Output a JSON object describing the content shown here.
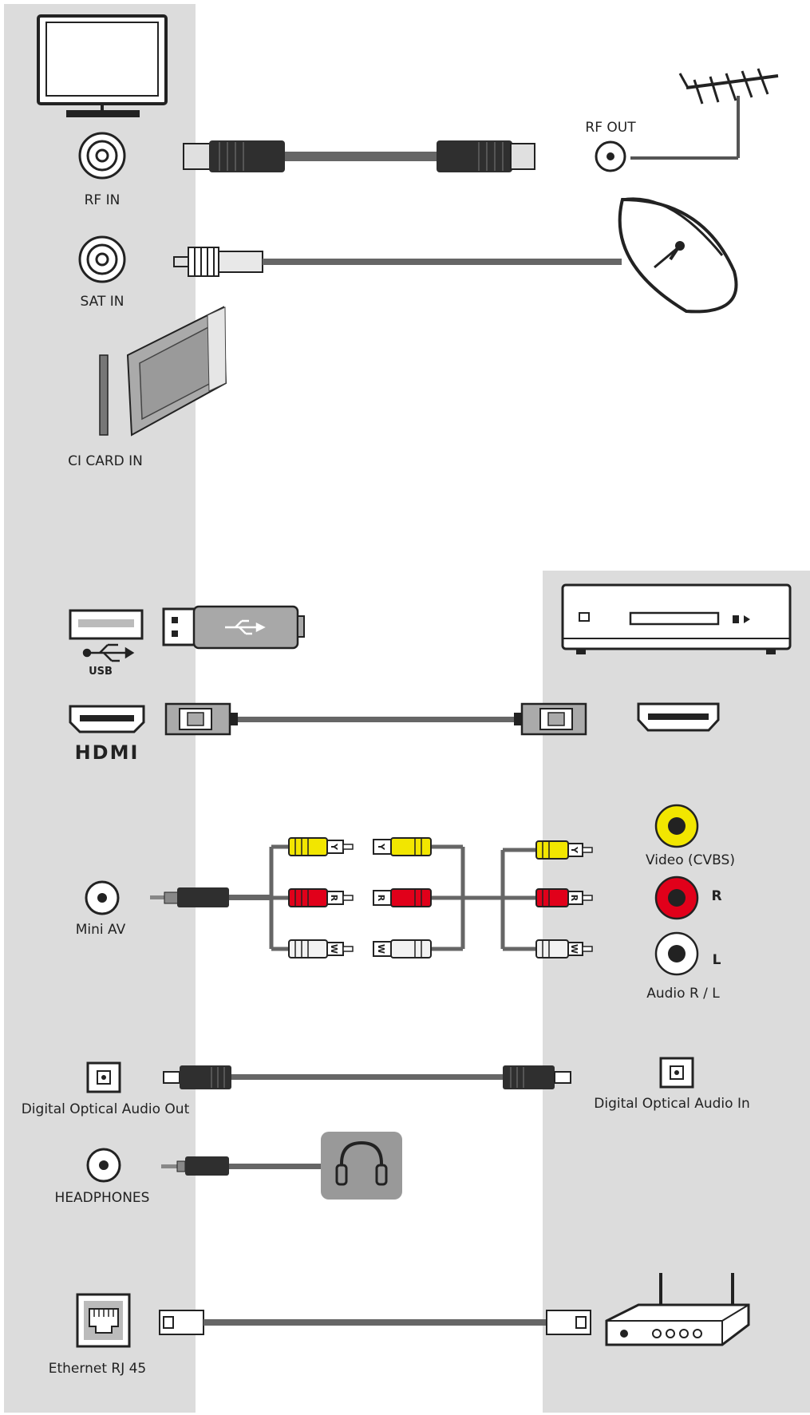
{
  "labels": {
    "rf_in": "RF IN",
    "rf_out": "RF OUT",
    "sat_in": "SAT IN",
    "ci_card_in": "CI CARD IN",
    "usb_logo": "USB",
    "hdmi_logo": "HDMI",
    "mini_av": "Mini AV",
    "video_cvbs": "Video (CVBS)",
    "audio_r": "R",
    "audio_l": "L",
    "audio_rl": "Audio R / L",
    "optical_out": "Digital Optical Audio Out",
    "optical_in": "Digital Optical Audio In",
    "headphones": "HEADPHONES",
    "ethernet": "Ethernet RJ 45"
  },
  "rca_letters": {
    "yellow": "Y",
    "red": "R",
    "white": "W"
  },
  "colors": {
    "tv_panel": "#dcdcdc",
    "device_panel": "#dcdcdc",
    "cable": "#666666",
    "connector_dark": "#3a3a3a",
    "rca_yellow": "#f2e600",
    "rca_red": "#e1001a",
    "rca_white": "#f2f2f2",
    "icon_stroke": "#222222"
  }
}
